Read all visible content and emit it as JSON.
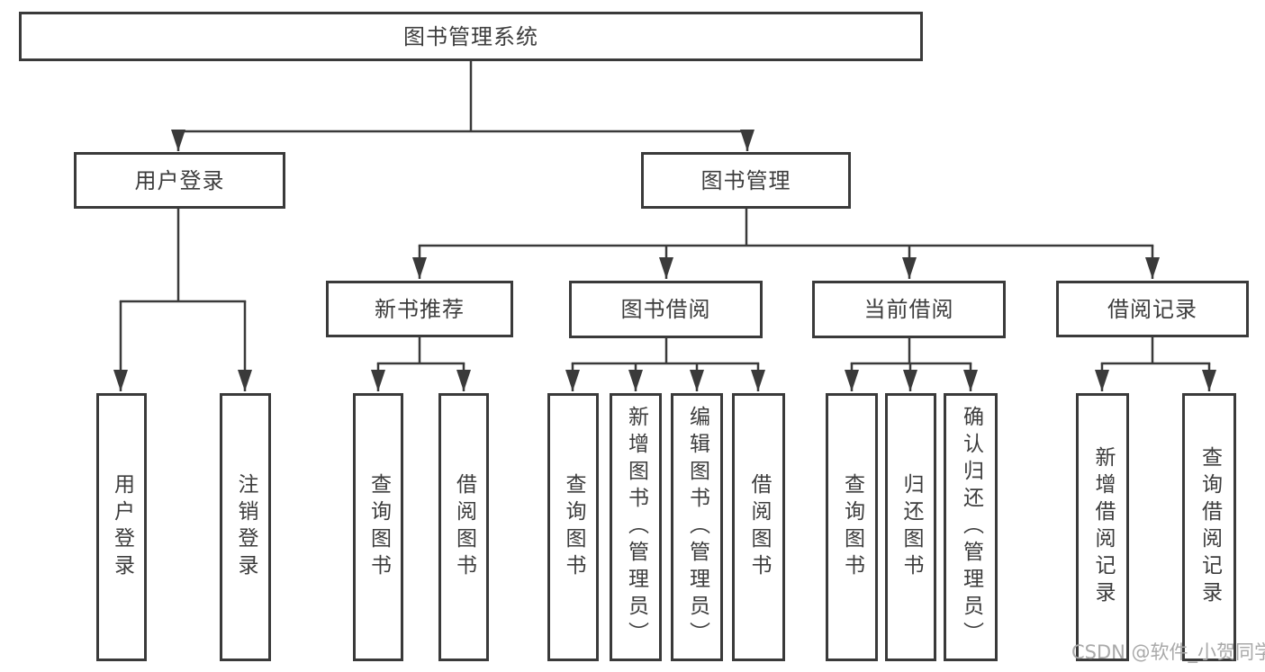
{
  "tree": {
    "root": "图书管理系统",
    "user_login": {
      "label": "用户登录",
      "children": [
        "用户登录",
        "注销登录"
      ]
    },
    "book_mgmt": {
      "label": "图书管理",
      "children": [
        {
          "label": "新书推荐",
          "children": [
            "查询图书",
            "借阅图书"
          ]
        },
        {
          "label": "图书借阅",
          "children": [
            "查询图书",
            "新增图书（管理员）",
            "编辑图书（管理员）",
            "借阅图书"
          ]
        },
        {
          "label": "当前借阅",
          "children": [
            "查询图书",
            "归还图书",
            "确认归还（管理员）"
          ]
        },
        {
          "label": "借阅记录",
          "children": [
            "新增借阅记录",
            "查询借阅记录"
          ]
        }
      ]
    }
  },
  "watermark": "CSDN @软件_小贺同学",
  "colors": {
    "line": "#3a3a3a",
    "box_border": "#3a3a3a",
    "text": "#3d3d3d",
    "watermark": "#a9a9a9",
    "background": "#ffffff"
  }
}
